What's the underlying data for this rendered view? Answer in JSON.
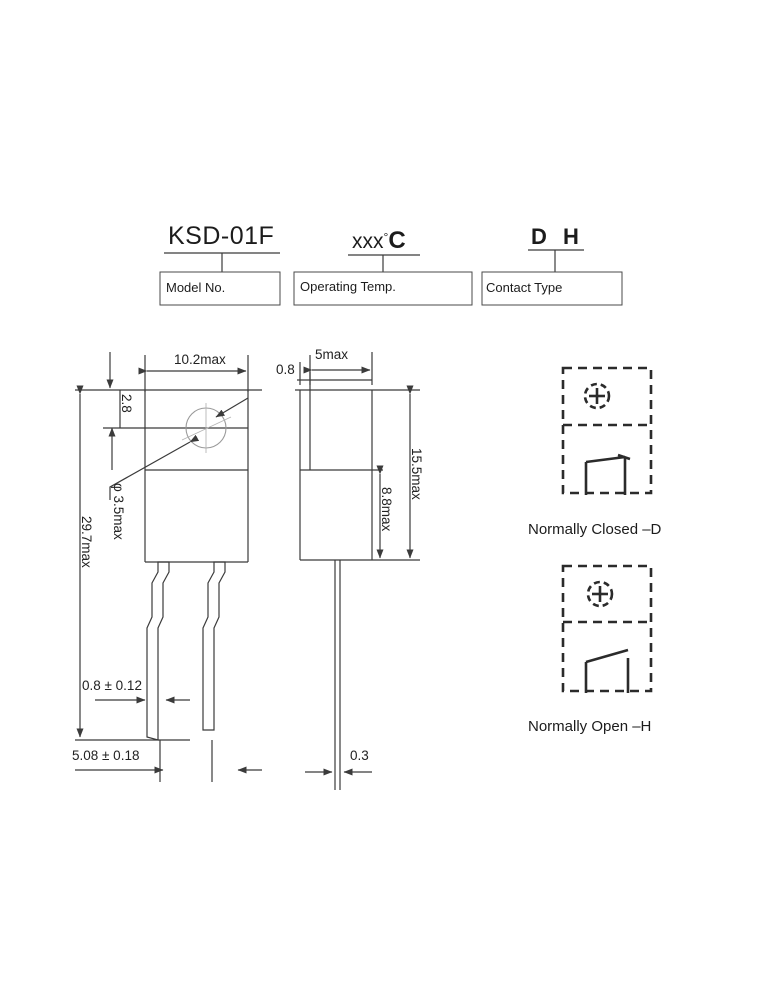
{
  "header": {
    "parts": [
      {
        "id": "model",
        "value": "KSD-01F",
        "box_label": "Model No."
      },
      {
        "id": "temp",
        "value": "xxx",
        "degree": "°",
        "unit": "C",
        "box_label": "Operating Temp."
      },
      {
        "id": "contact",
        "value": "D H",
        "box_label": "Contact Type"
      }
    ]
  },
  "front_view": {
    "name": "front-view",
    "dimensions": {
      "width_max": "10.2max",
      "flange_height": "2.8",
      "hole_diameter": "φ 3.5max",
      "total_height": "29.7max",
      "lead_width": "0.8 ± 0.12",
      "lead_pitch": "5.08 ± 0.18"
    }
  },
  "side_view": {
    "name": "side-view",
    "dimensions": {
      "body_width_max": "5max",
      "flange_thickness": "0.8",
      "total_height": "15.5max",
      "body_height": "8.8max",
      "lead_thickness": "0.3"
    }
  },
  "contact_symbols": [
    {
      "id": "normally-closed",
      "caption": "Normally Closed –D",
      "state": "closed"
    },
    {
      "id": "normally-open",
      "caption": "Normally Open  –H",
      "state": "open"
    }
  ],
  "colors": {
    "line": "#3b3b3b",
    "text": "#1c1c1c",
    "background": "#ffffff",
    "hole_outline": "#9a9a9a",
    "symbol_line": "#2b2b2b"
  }
}
